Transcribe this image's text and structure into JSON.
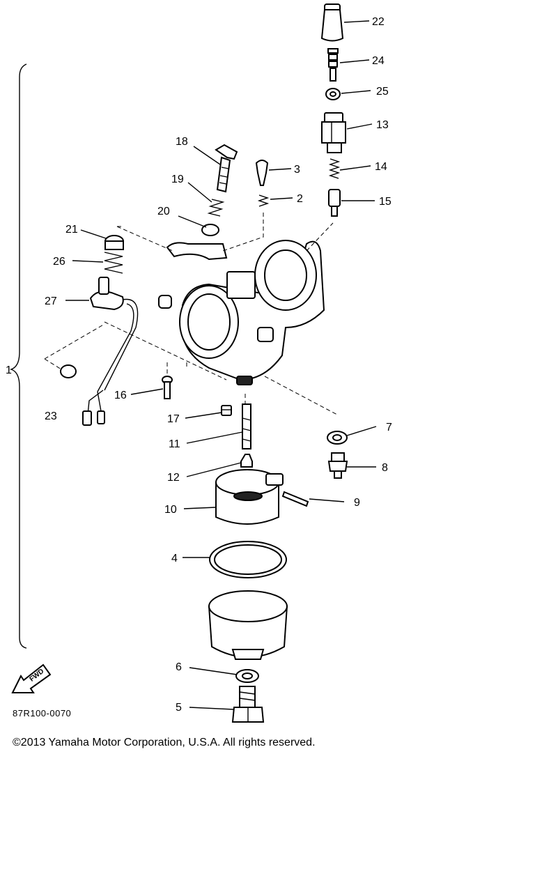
{
  "diagram": {
    "callouts": [
      "22",
      "24",
      "25",
      "13",
      "14",
      "15",
      "18",
      "3",
      "19",
      "2",
      "20",
      "21",
      "26",
      "27",
      "1",
      "23",
      "16",
      "17",
      "11",
      "12",
      "10",
      "9",
      "7",
      "8",
      "4",
      "6",
      "5"
    ],
    "fwd_label": "FWD",
    "drawing_code": "87R100-0070",
    "copyright": "©2013 Yamaha Motor Corporation, U.S.A. All rights reserved."
  }
}
